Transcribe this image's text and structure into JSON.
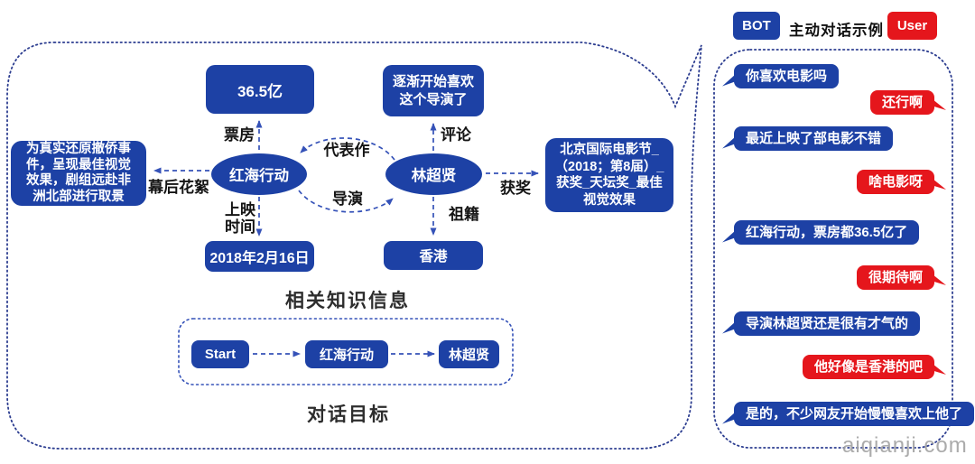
{
  "colors": {
    "blue": "#1d41a5",
    "red": "#e5161c",
    "edge": "#3552b8",
    "border": "#2c3d90",
    "ink": "#141414",
    "title": "#2d2d2d",
    "wm": "#a3a3a3"
  },
  "knowledge": {
    "title": "相关知识信息",
    "nodes": {
      "box_office": "36.5亿",
      "movie": "红海行动",
      "comment": "逐渐开始喜欢\n这个导演了",
      "director": "林超贤",
      "award": "北京国际电影节_\n（2018；第8届）_\n获奖_天坛奖_最佳\n视觉效果",
      "trivia": "为真实还原撤侨事\n件，呈现最佳视觉\n效果，剧组远赴非\n洲北部进行取景",
      "release_date": "2018年2月16日",
      "hometown": "香港"
    },
    "edges": {
      "box_office": "票房",
      "comment": "评论",
      "masterpiece": "代表作",
      "director": "导演",
      "award": "获奖",
      "ancestry": "祖籍",
      "trivia": "幕后花絮",
      "release": "上映\n时间"
    }
  },
  "goal": {
    "title": "对话目标",
    "steps": [
      "Start",
      "红海行动",
      "林超贤"
    ]
  },
  "dialogue": {
    "bot_label": "BOT",
    "title": "主动对话示例",
    "user_label": "User",
    "messages": [
      {
        "speaker": "bot",
        "text": "你喜欢电影吗"
      },
      {
        "speaker": "user",
        "text": "还行啊"
      },
      {
        "speaker": "bot",
        "text": "最近上映了部电影不错"
      },
      {
        "speaker": "user",
        "text": "啥电影呀"
      },
      {
        "speaker": "bot",
        "text": "红海行动，票房都36.5亿了"
      },
      {
        "speaker": "user",
        "text": "很期待啊"
      },
      {
        "speaker": "bot",
        "text": "导演林超贤还是很有才气的"
      },
      {
        "speaker": "user",
        "text": "他好像是香港的吧"
      },
      {
        "speaker": "bot",
        "text": "是的，不少网友开始慢慢喜欢上他了"
      }
    ]
  },
  "watermark": "aiqianji.com"
}
